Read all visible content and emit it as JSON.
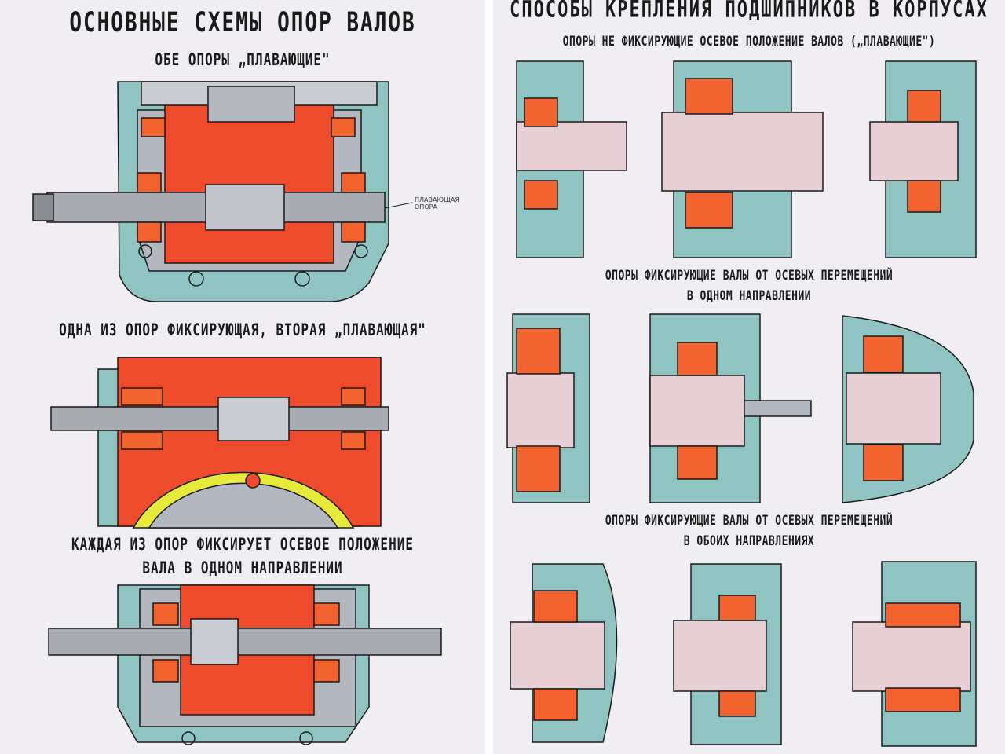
{
  "left_poster": {
    "title": "ОСНОВНЫЕ СХЕМЫ ОПОР ВАЛОВ",
    "section1_heading": "ОБЕ ОПОРЫ „ПЛАВАЮЩИЕ\"",
    "section1_callout": "ПЛАВАЮЩАЯ ОПОРА",
    "section2_heading": "ОДНА ИЗ ОПОР ФИКСИРУЮЩАЯ, ВТОРАЯ „ПЛАВАЮЩАЯ\"",
    "section3_heading_line1": "КАЖДАЯ ИЗ ОПОР ФИКСИРУЕТ ОСЕВОЕ ПОЛОЖЕНИЕ",
    "section3_heading_line2": "ВАЛА В ОДНОМ НАПРАВЛЕНИИ"
  },
  "right_poster": {
    "title": "СПОСОБЫ КРЕПЛЕНИЯ ПОДШИПНИКОВ В КОРПУСАХ",
    "row1_heading": "ОПОРЫ НЕ ФИКСИРУЮЩИЕ ОСЕВОЕ ПОЛОЖЕНИЕ ВАЛОВ („ПЛАВАЮЩИЕ\")",
    "row2_heading_line1": "ОПОРЫ ФИКСИРУЮЩИЕ ВАЛЫ ОТ ОСЕВЫХ ПЕРЕМЕЩЕНИЙ",
    "row2_heading_line2": "В ОДНОМ НАПРАВЛЕНИИ",
    "row3_heading_line1": "ОПОРЫ ФИКСИРУЮЩИЕ ВАЛЫ ОТ ОСЕВЫХ ПЕРЕМЕЩЕНИЙ",
    "row3_heading_line2": "В ОБОИХ НАПРАВЛЕНИЯХ"
  },
  "colors": {
    "poster_bg": "#f0eef2",
    "housing_red": "#ee4a2c",
    "bearing_orange": "#f2622f",
    "housing_teal": "#8fc4c2",
    "shaft_gray": "#9ea1a8",
    "shaft_pink": "#e7cfd6",
    "seal_yellow": "#e6ea3a",
    "outline": "#1a1a1a"
  }
}
